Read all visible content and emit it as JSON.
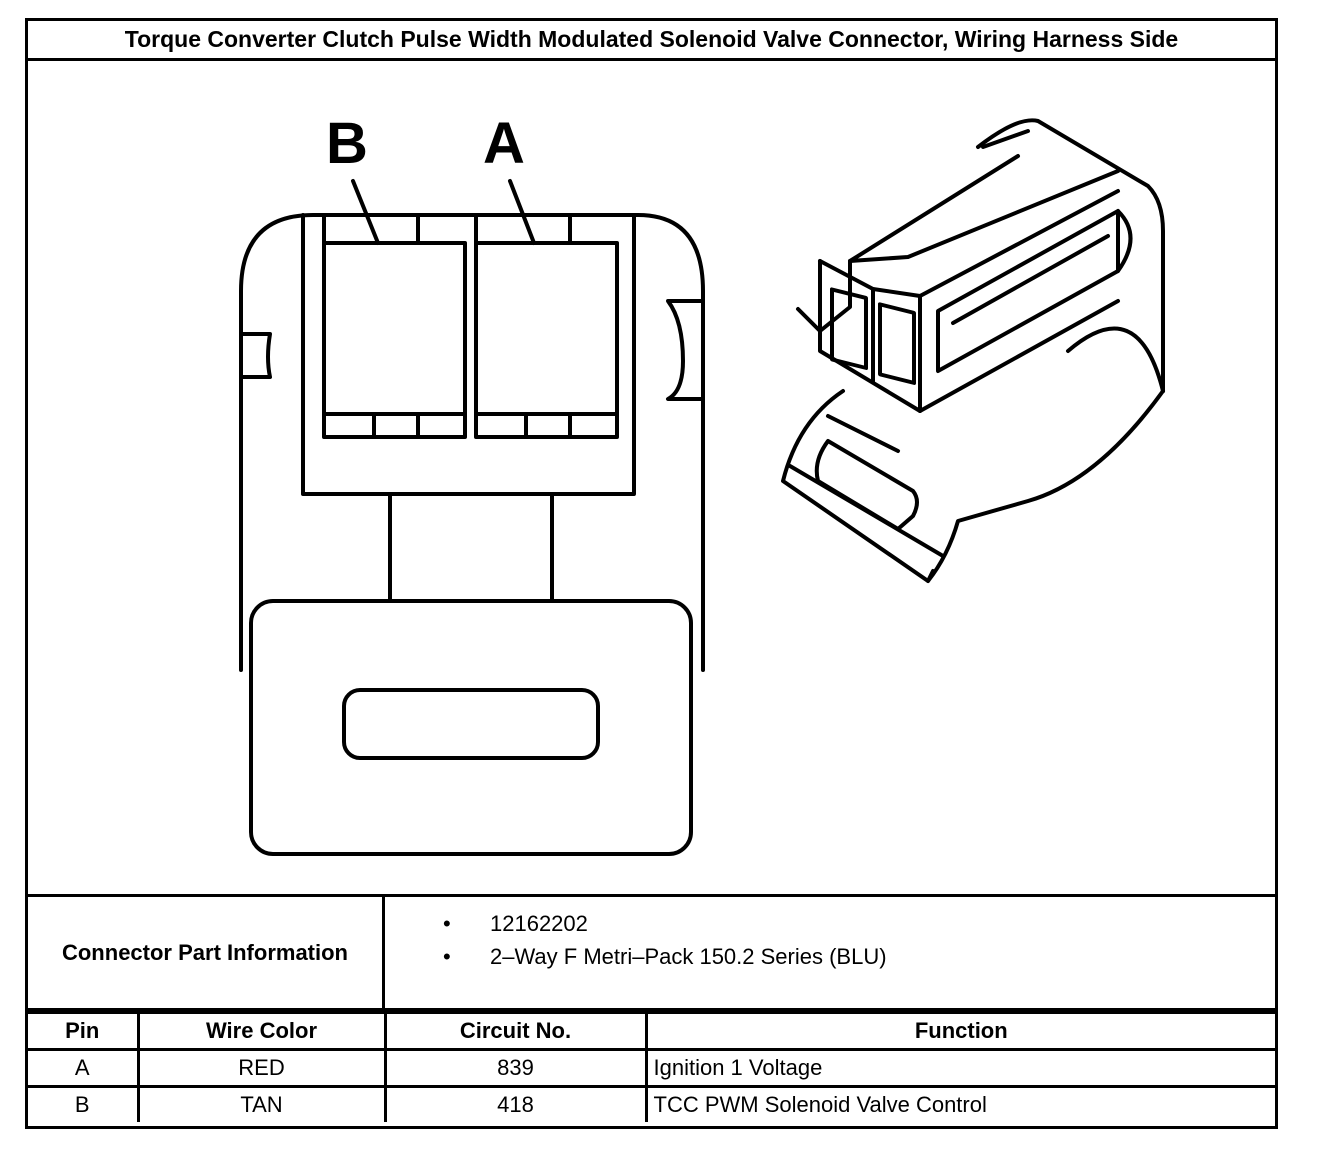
{
  "title": "Torque Converter Clutch Pulse Width Modulated Solenoid Valve Connector, Wiring Harness Side",
  "diagram": {
    "pin_labels": [
      "B",
      "A"
    ]
  },
  "connector_info": {
    "label": "Connector Part Information",
    "items": [
      "12162202",
      "2–Way F Metri–Pack 150.2 Series (BLU)"
    ]
  },
  "pin_table": {
    "headers": [
      "Pin",
      "Wire Color",
      "Circuit No.",
      "Function"
    ],
    "rows": [
      {
        "pin": "A",
        "wire_color": "RED",
        "circuit": "839",
        "function": "Ignition 1 Voltage"
      },
      {
        "pin": "B",
        "wire_color": "TAN",
        "circuit": "418",
        "function": "TCC PWM Solenoid Valve Control"
      }
    ]
  }
}
